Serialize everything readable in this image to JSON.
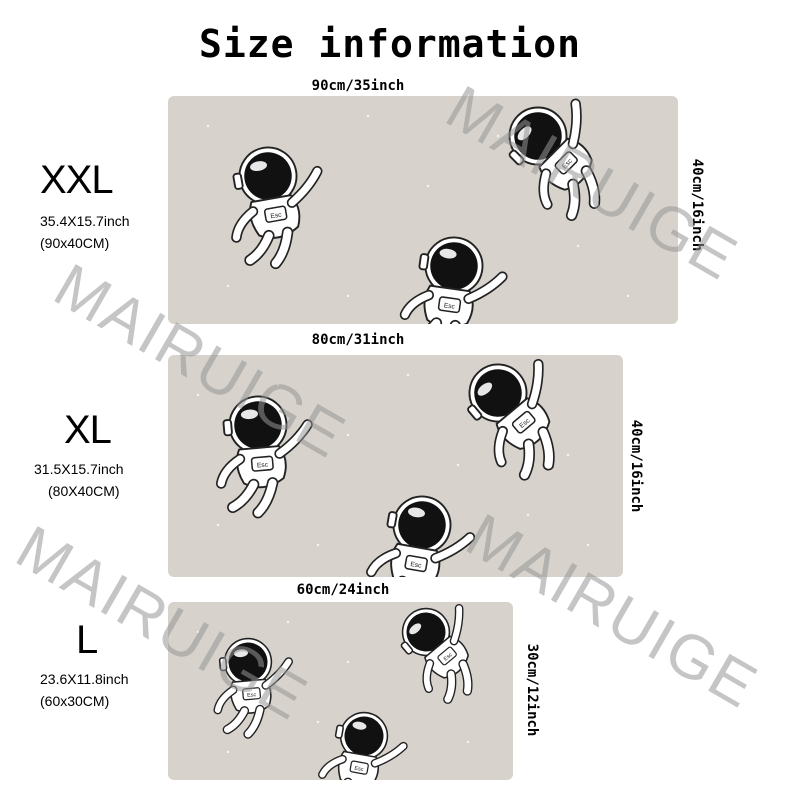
{
  "title": "Size information",
  "watermark": "MAIRUIGE",
  "mats": {
    "xxl": {
      "name": "XXL",
      "inch_dims": "35.4X15.7inch",
      "cm_dims": "(90x40CM)",
      "width_label": "90cm/35inch",
      "height_label": "40cm/16inch"
    },
    "xl": {
      "name": "XL",
      "inch_dims": "31.5X15.7inch",
      "cm_dims": "(80X40CM)",
      "width_label": "80cm/31inch",
      "height_label": "40cm/16inch"
    },
    "l": {
      "name": "L",
      "inch_dims": "23.6X11.8inch",
      "cm_dims": "(60x30CM)",
      "width_label": "60cm/24inch",
      "height_label": "30cm/12inch"
    }
  },
  "badge_text": "Esc",
  "colors": {
    "mat": "#d7d2cb",
    "helmet": "#111111",
    "suit": "#ffffff"
  }
}
